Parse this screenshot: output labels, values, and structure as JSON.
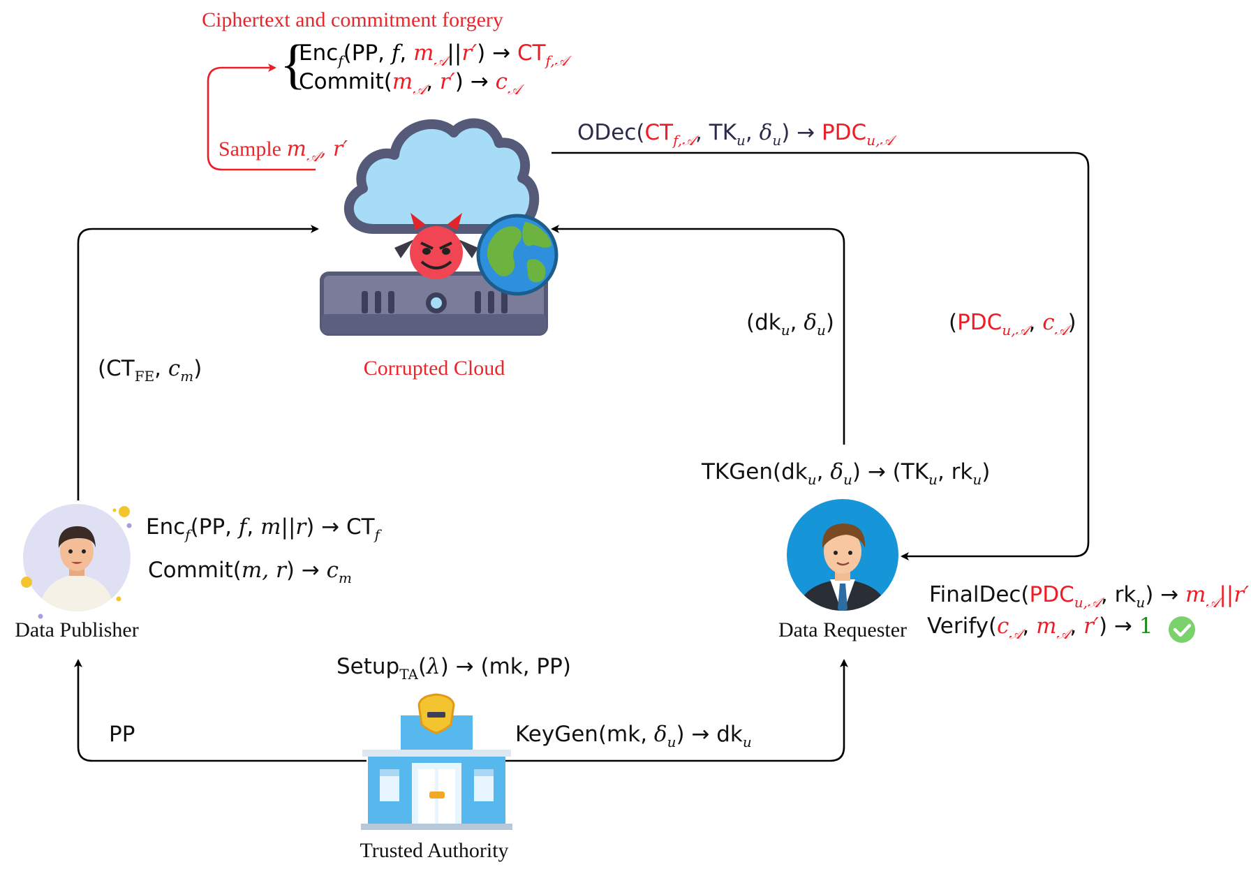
{
  "title": "Ciphertext and commitment forgery",
  "nodes": {
    "cloud": {
      "label": "Corrupted Cloud"
    },
    "publisher": {
      "label": "Data Publisher"
    },
    "requester": {
      "label": "Data Requester"
    },
    "authority": {
      "label": "Trusted Authority"
    }
  },
  "annotations": {
    "sample": "Sample m_A, r'",
    "forgery_enc": "Enc_f(PP, f, m_A||r') → CT_{f,A}",
    "forgery_commit": "Commit(m_A, r') → c_A",
    "odec": "ODec(CT_{f,A}, TK_u, δ_u) → PDC_{u,A}",
    "publisher_to_cloud": "(CT_FE, c_m)",
    "requester_to_cloud": "(dk_u, δ_u)",
    "cloud_to_requester": "(PDC_{u,A}, c_A)",
    "tkgen": "TKGen(dk_u, δ_u) → (TK_u, rk_u)",
    "publisher_enc": "Enc_f(PP, f, m||r) → CT_f",
    "publisher_commit": "Commit(m, r) → c_m",
    "finaldec": "FinalDec(PDC_{u,A}, rk_u) → m_A||r'",
    "verify": "Verify(c_A, m_A, r') → 1",
    "setup": "Setup_TA(λ) → (mk, PP)",
    "keygen": "KeyGen(mk, δ_u) → dk_u",
    "pp": "PP"
  },
  "icons": [
    "cloud-server-icon",
    "devil-icon",
    "globe-icon",
    "publisher-avatar-icon",
    "requester-avatar-icon",
    "authority-building-icon",
    "check-icon"
  ],
  "colors": {
    "forgery": "#e8262b",
    "arrow": "#000000",
    "success": "#2a9d2a",
    "check_bg": "#7bd16b"
  }
}
